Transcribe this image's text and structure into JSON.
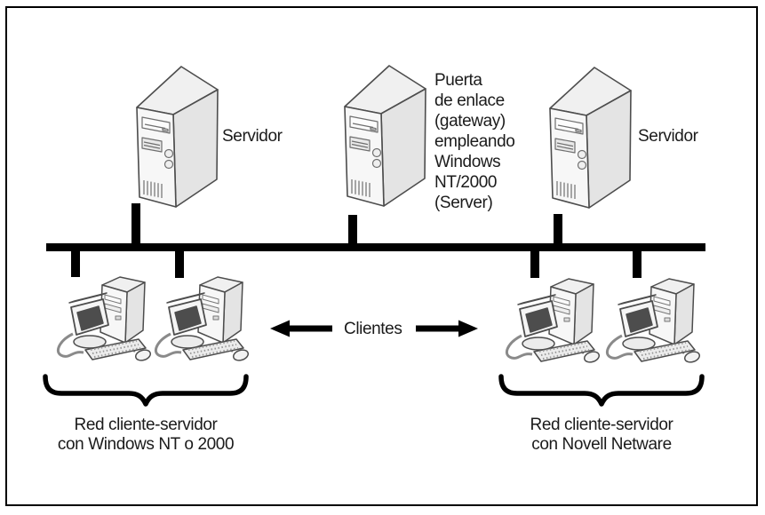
{
  "diagram": {
    "left_server_label": "Servidor",
    "right_server_label": "Servidor",
    "gateway_label": "Puerta\nde enlace\n(gateway)\nempleando\nWindows\nNT/2000\n(Server)",
    "clients_label": "Clientes",
    "left_network_caption_line1": "Red cliente-servidor",
    "left_network_caption_line2": "con Windows NT o 2000",
    "right_network_caption_line1": "Red cliente-servidor",
    "right_network_caption_line2": "con Novell Netware",
    "colors": {
      "line": "#000000",
      "text": "#1b1b1b",
      "device_fill": "#f6f6f6",
      "device_shade": "#e4e4e4",
      "screen": "#4d4d4d"
    }
  }
}
